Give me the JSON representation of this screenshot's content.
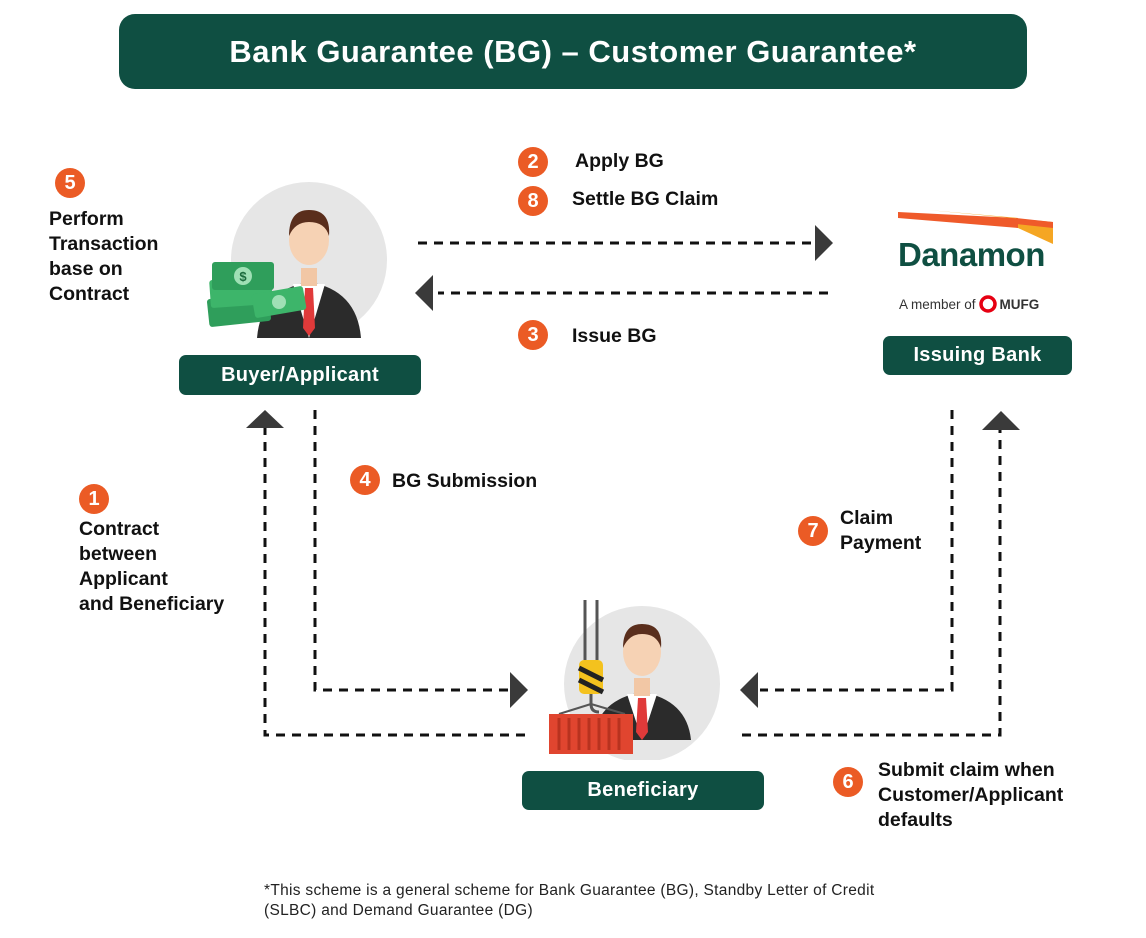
{
  "title": "Bank Guarantee (BG) – Customer Guarantee*",
  "roles": {
    "buyer": "Buyer/Applicant",
    "bank": "Issuing Bank",
    "beneficiary": "Beneficiary"
  },
  "logo": {
    "name": "Danamon",
    "member_prefix": "A member of",
    "member_name": "MUFG"
  },
  "steps": {
    "s1": {
      "num": "1",
      "lines": [
        "Contract",
        "between",
        "Applicant",
        "and Beneficiary"
      ]
    },
    "s2": {
      "num": "2",
      "text": "Apply BG"
    },
    "s3": {
      "num": "3",
      "text": "Issue BG"
    },
    "s4": {
      "num": "4",
      "text": "BG Submission"
    },
    "s5": {
      "num": "5",
      "lines": [
        "Perform",
        "Transaction",
        "base on",
        "Contract"
      ]
    },
    "s6": {
      "num": "6",
      "lines": [
        "Submit claim when",
        "Customer/Applicant",
        "defaults"
      ]
    },
    "s7": {
      "num": "7",
      "lines": [
        "Claim",
        "Payment"
      ]
    },
    "s8": {
      "num": "8",
      "text": "Settle BG Claim"
    }
  },
  "footnote": {
    "line1": "*This scheme is a general scheme for Bank Guarantee (BG), Standby Letter of Credit",
    "line2": "(SLBC) and Demand Guarantee (DG)"
  },
  "colors": {
    "brand_green": "#0f4f42",
    "step_orange": "#eb5b25",
    "logo_orange": "#ef5a2a",
    "logo_yellow": "#f5a623",
    "mufg_red": "#e60012"
  }
}
